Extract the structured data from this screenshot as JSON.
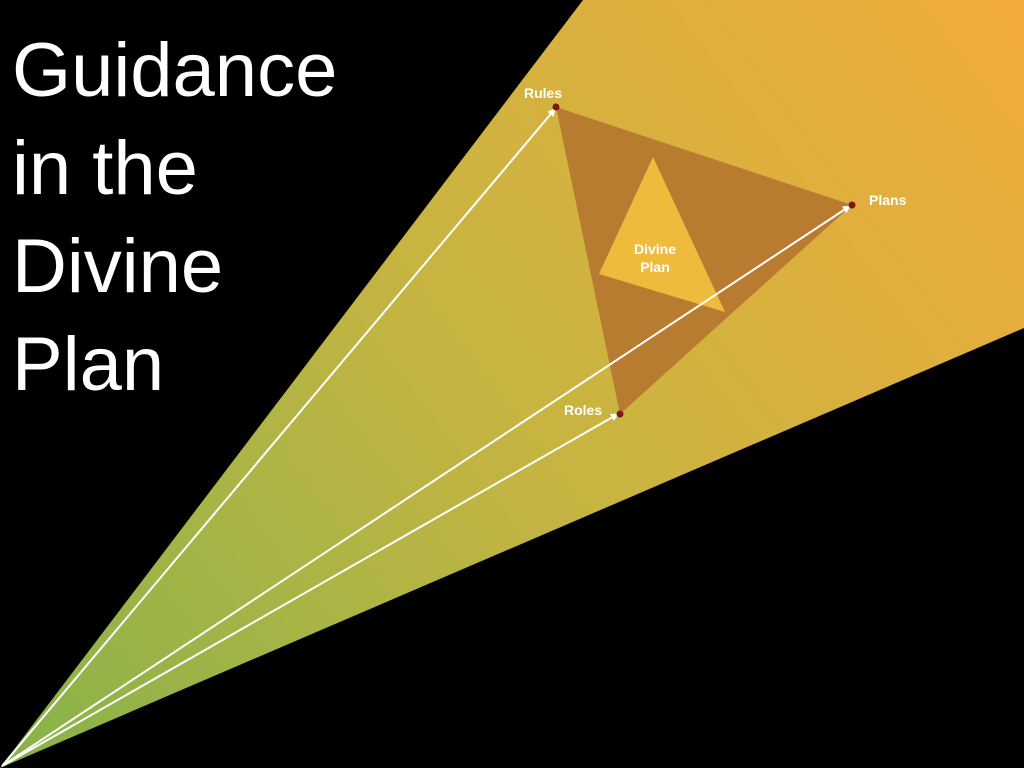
{
  "title_lines": [
    "Guidance",
    "in the",
    "Divine",
    "Plan"
  ],
  "nodes": {
    "rules": "Rules",
    "plans": "Plans",
    "roles": "Roles"
  },
  "center": {
    "line1": "Divine",
    "line2": "Plan"
  },
  "colors": {
    "beam_start": "#86b34a",
    "beam_end": "#f2ab3a",
    "outer_triangle": "#b5762f",
    "inner_triangle": "#efbb3d",
    "node_dot": "#7a1a10"
  }
}
